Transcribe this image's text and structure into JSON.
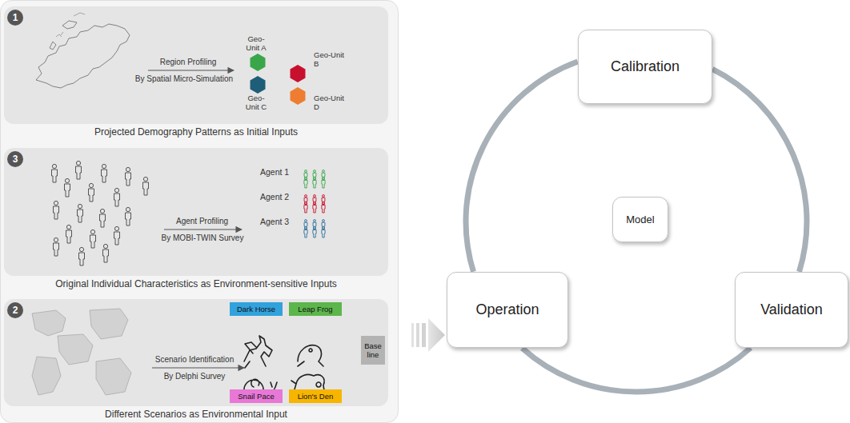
{
  "diagram": {
    "nodes": [
      {
        "text": [
          "Projected Demography Patterns as Initial Inputs"
        ]
      },
      {
        "text": [
          "1"
        ],
        "in": 0
      },
      {
        "text": [
          "Original Individual Characteristics as Environment-sensitive Inputs"
        ]
      },
      {
        "text": [
          "3"
        ],
        "in": 2
      },
      {
        "text": [
          "Different Scenarios as Environmental Input"
        ]
      },
      {
        "text": [
          "2"
        ],
        "in": 4
      },
      {
        "text": [
          "Dark Horse"
        ],
        "in": 4
      },
      {
        "text": [
          "Leap Frog"
        ],
        "in": 4
      },
      {
        "text": [
          "Base line"
        ],
        "in": 4
      },
      {
        "text": [
          "Snail Pace"
        ],
        "in": 4
      },
      {
        "text": [
          "Lion's Den"
        ],
        "in": 4
      },
      {
        "text": [
          "Calibration"
        ]
      },
      {
        "text": [
          "Model"
        ]
      },
      {
        "text": [
          "Operation"
        ]
      },
      {
        "text": [
          "Validation"
        ]
      }
    ],
    "edges": [
      {
        "from": 11,
        "to": 14,
        "arrow": "none"
      },
      {
        "from": 14,
        "to": 13,
        "arrow": "none"
      },
      {
        "from": 13,
        "to": 11,
        "arrow": "none"
      }
    ],
    "labels": [
      "Region Profiling",
      "By Spatial Micro-Simulation",
      "Geo-Unit A",
      "Geo-Unit B",
      "Geo-Unit C",
      "Geo-Unit D",
      "Agent Profiling",
      "By MOBI-TWIN Survey",
      "Agent 1",
      "Agent 2",
      "Agent 3",
      "Scenario Identification",
      "By Delphi Survey"
    ]
  }
}
